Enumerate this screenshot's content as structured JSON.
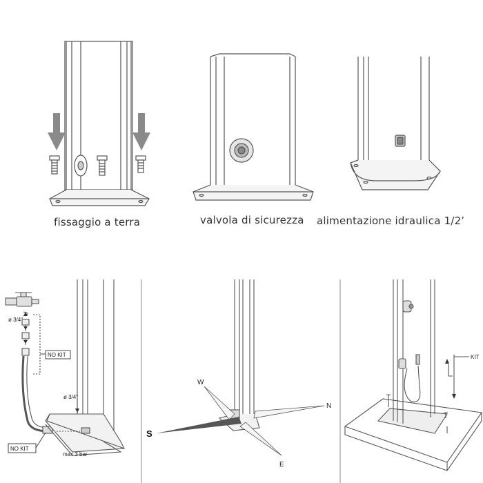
{
  "captions": {
    "ground": "fissaggio a terra",
    "valve": "valvola di sicurezza",
    "supply": "alimentazione idraulica 1/2’"
  },
  "labels": {
    "diam_top": "ø 3/4\"",
    "no_kit_upper": "NO KIT",
    "diam_base": "ø 3/4\"",
    "no_kit_lower": "NO KIT",
    "max_pressure": "max 3 bar",
    "kit": "KIT"
  },
  "compass": {
    "w": "W",
    "n": "N",
    "s": "S",
    "e": "E"
  },
  "colors": {
    "line": "#555555",
    "arrow": "#8a8a8a",
    "shade": "#d9d9d9",
    "needle": "#555555"
  }
}
